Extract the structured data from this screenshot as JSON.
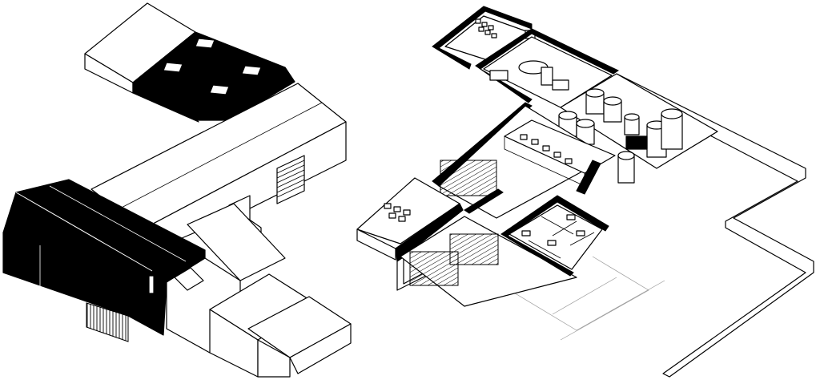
{
  "figure": {
    "style": "black-and-white axonometric line drawing",
    "background": "#ffffff",
    "ink": "#000000",
    "panels": [
      "exterior-massing",
      "interior-cutaway-plan"
    ]
  }
}
